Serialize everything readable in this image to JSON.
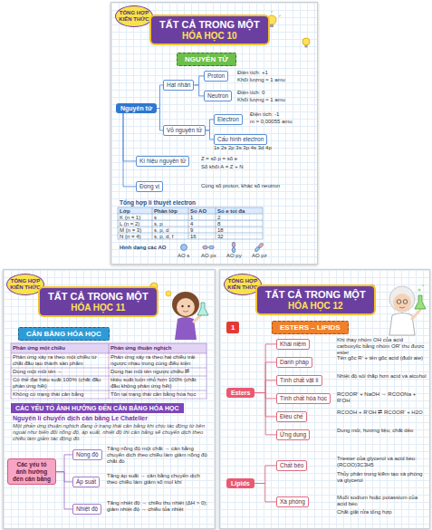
{
  "diagram": {
    "nodes": [
      {
        "text": [
          "TỔNG HỢP KIẾN THỨC"
        ]
      },
      {
        "text": [
          "TẤT CẢ TRONG MỘT",
          "HÓA HỌC 10"
        ]
      },
      {
        "text": [
          "NGUYÊN TỬ"
        ]
      },
      {
        "text": [
          "Nguyên tử"
        ]
      },
      {
        "text": [
          "Hạt nhân"
        ]
      },
      {
        "text": [
          "Proton"
        ]
      },
      {
        "text": [
          "Neutron"
        ]
      },
      {
        "text": [
          "Vỏ nguyên tử"
        ]
      },
      {
        "text": [
          "Electron"
        ]
      },
      {
        "text": [
          "Kí hiệu nguyên tử"
        ]
      },
      {
        "text": [
          "Đồng vị"
        ]
      },
      {
        "text": [
          "Cấu hình electron"
        ]
      },
      {
        "text": [
          "TỔNG HỢP KIẾN THỨC"
        ]
      },
      {
        "text": [
          "TẤT CẢ TRONG MỘT",
          "HÓA HỌC 11"
        ]
      },
      {
        "text": [
          "CÂN BẰNG HÓA HỌC"
        ]
      },
      {
        "text": [
          "CÁC YẾU TỐ ẢNH HƯỞNG ĐẾN CÂN BẰNG HÓA HỌC"
        ]
      },
      {
        "text": [
          "Các yếu tố ảnh hưởng đến cân bằng"
        ]
      },
      {
        "text": [
          "Nồng độ"
        ]
      },
      {
        "text": [
          "Áp suất"
        ]
      },
      {
        "text": [
          "Nhiệt độ"
        ]
      },
      {
        "text": [
          "TỔNG HỢP KIẾN THỨC"
        ]
      },
      {
        "text": [
          "TẤT CẢ TRONG MỘT",
          "HÓA HỌC 12"
        ]
      },
      {
        "text": [
          "1"
        ]
      },
      {
        "text": [
          "ESTERS – LIPIDS"
        ]
      },
      {
        "text": [
          "Esters"
        ]
      },
      {
        "text": [
          "Khái niệm"
        ]
      },
      {
        "text": [
          "Danh pháp"
        ]
      },
      {
        "text": [
          "Tính chất vật lí"
        ]
      },
      {
        "text": [
          "Tính chất hóa học"
        ]
      },
      {
        "text": [
          "Điều chế"
        ]
      },
      {
        "text": [
          "Ứng dụng"
        ]
      },
      {
        "text": [
          "Lipids"
        ]
      },
      {
        "text": [
          "Chất béo"
        ]
      },
      {
        "text": [
          "Xà phòng"
        ]
      }
    ],
    "edges": [
      {
        "from": 3,
        "to": 4,
        "arrow": "none"
      },
      {
        "from": 4,
        "to": 5,
        "arrow": "none"
      },
      {
        "from": 4,
        "to": 6,
        "arrow": "none"
      },
      {
        "from": 3,
        "to": 7,
        "arrow": "none"
      },
      {
        "from": 7,
        "to": 8,
        "arrow": "none"
      },
      {
        "from": 7,
        "to": 11,
        "arrow": "none"
      },
      {
        "from": 3,
        "to": 9,
        "arrow": "none"
      },
      {
        "from": 3,
        "to": 10,
        "arrow": "none"
      },
      {
        "from": 16,
        "to": 17,
        "arrow": "none"
      },
      {
        "from": 16,
        "to": 18,
        "arrow": "none"
      },
      {
        "from": 16,
        "to": 19,
        "arrow": "none"
      },
      {
        "from": 24,
        "to": 25,
        "arrow": "none"
      },
      {
        "from": 24,
        "to": 26,
        "arrow": "none"
      },
      {
        "from": 24,
        "to": 27,
        "arrow": "none"
      },
      {
        "from": 24,
        "to": 28,
        "arrow": "none"
      },
      {
        "from": 24,
        "to": 29,
        "arrow": "none"
      },
      {
        "from": 24,
        "to": 30,
        "arrow": "none"
      },
      {
        "from": 31,
        "to": 32,
        "arrow": "none"
      },
      {
        "from": 31,
        "to": 33,
        "arrow": "none"
      }
    ],
    "labels": [
      "Điện tích: +1",
      "Khối lượng ≈ 1 amu",
      "Điện tích: 0",
      "Khối lượng ≈ 1 amu",
      "Điện tích: -1",
      "m ≈ 0,00055 amu",
      "1s 2s 2p 3s 3p 4s 3d 4p",
      "Z = số p = số e",
      "Số khối A = Z + N",
      "Cùng số proton, khác số neutron",
      "Tổng hợp lí thuyết electron",
      "Lớp",
      "Phân lớp",
      "Số AO",
      "Số e tối đa",
      "K (n = 1)",
      "s",
      "1",
      "2",
      "L (n = 2)",
      "s, p",
      "4",
      "8",
      "M (n = 3)",
      "s, p, d",
      "9",
      "18",
      "N (n = 4)",
      "s, p, d, f",
      "16",
      "32",
      "Hình dạng các AO",
      "AO s",
      "AO px",
      "AO py",
      "AO pz",
      "Phản ứng một chiều",
      "Phản ứng thuận nghịch",
      "Phản ứng xảy ra theo một chiều từ chất đầu tạo thành sản phẩm",
      "Phản ứng xảy ra theo hai chiều trái ngược nhau trong cùng điều kiện",
      "Dùng một mũi tên →",
      "Dùng hai mũi tên ngược chiều ⇌",
      "Có thể đạt hiệu suất 100% (chất đầu phản ứng hết)",
      "Hiệu suất luôn nhỏ hơn 100% (chất đầu không phản ứng hết)",
      "Không có trạng thái cân bằng",
      "Tồn tại trạng thái cân bằng hóa học",
      "Nguyên lí chuyển dịch cân bằng Le Chatelier",
      "Một phản ứng thuận nghịch đang ở trạng thái cân bằng khi chịu tác động từ bên ngoài như biến đổi nồng độ, áp suất, nhiệt độ thì cân bằng sẽ chuyển dịch theo chiều làm giảm tác động đó.",
      "Tăng nồng độ một chất → cân bằng chuyển dịch theo chiều làm giảm nồng độ chất đó",
      "Tăng áp suất → cân bằng chuyển dịch theo chiều làm giảm số mol khí",
      "Tăng nhiệt độ → chiều thu nhiệt (ΔH > 0); giảm nhiệt độ → chiều tỏa nhiệt",
      "Khi thay nhóm OH của acid carboxylic bằng nhóm OR' thu được ester",
      "Tên gốc R' + tên gốc acid (đuôi ate)",
      "Nhiệt độ sôi thấp hơn acid và alcohol",
      "RCOOR' + NaOH → RCOONa + R'OH",
      "RCOOH + R'OH ⇌ RCOOR' + H2O",
      "Dung môi, hương liệu, chất dẻo",
      "Triester của glycerol và acid béo: (RCOO)3C3H5",
      "Thủy phân trong kiềm tạo xà phòng và glycerol",
      "Muối sodium hoặc potassium của acid béo",
      "Chất giặt rửa tổng hợp"
    ]
  }
}
